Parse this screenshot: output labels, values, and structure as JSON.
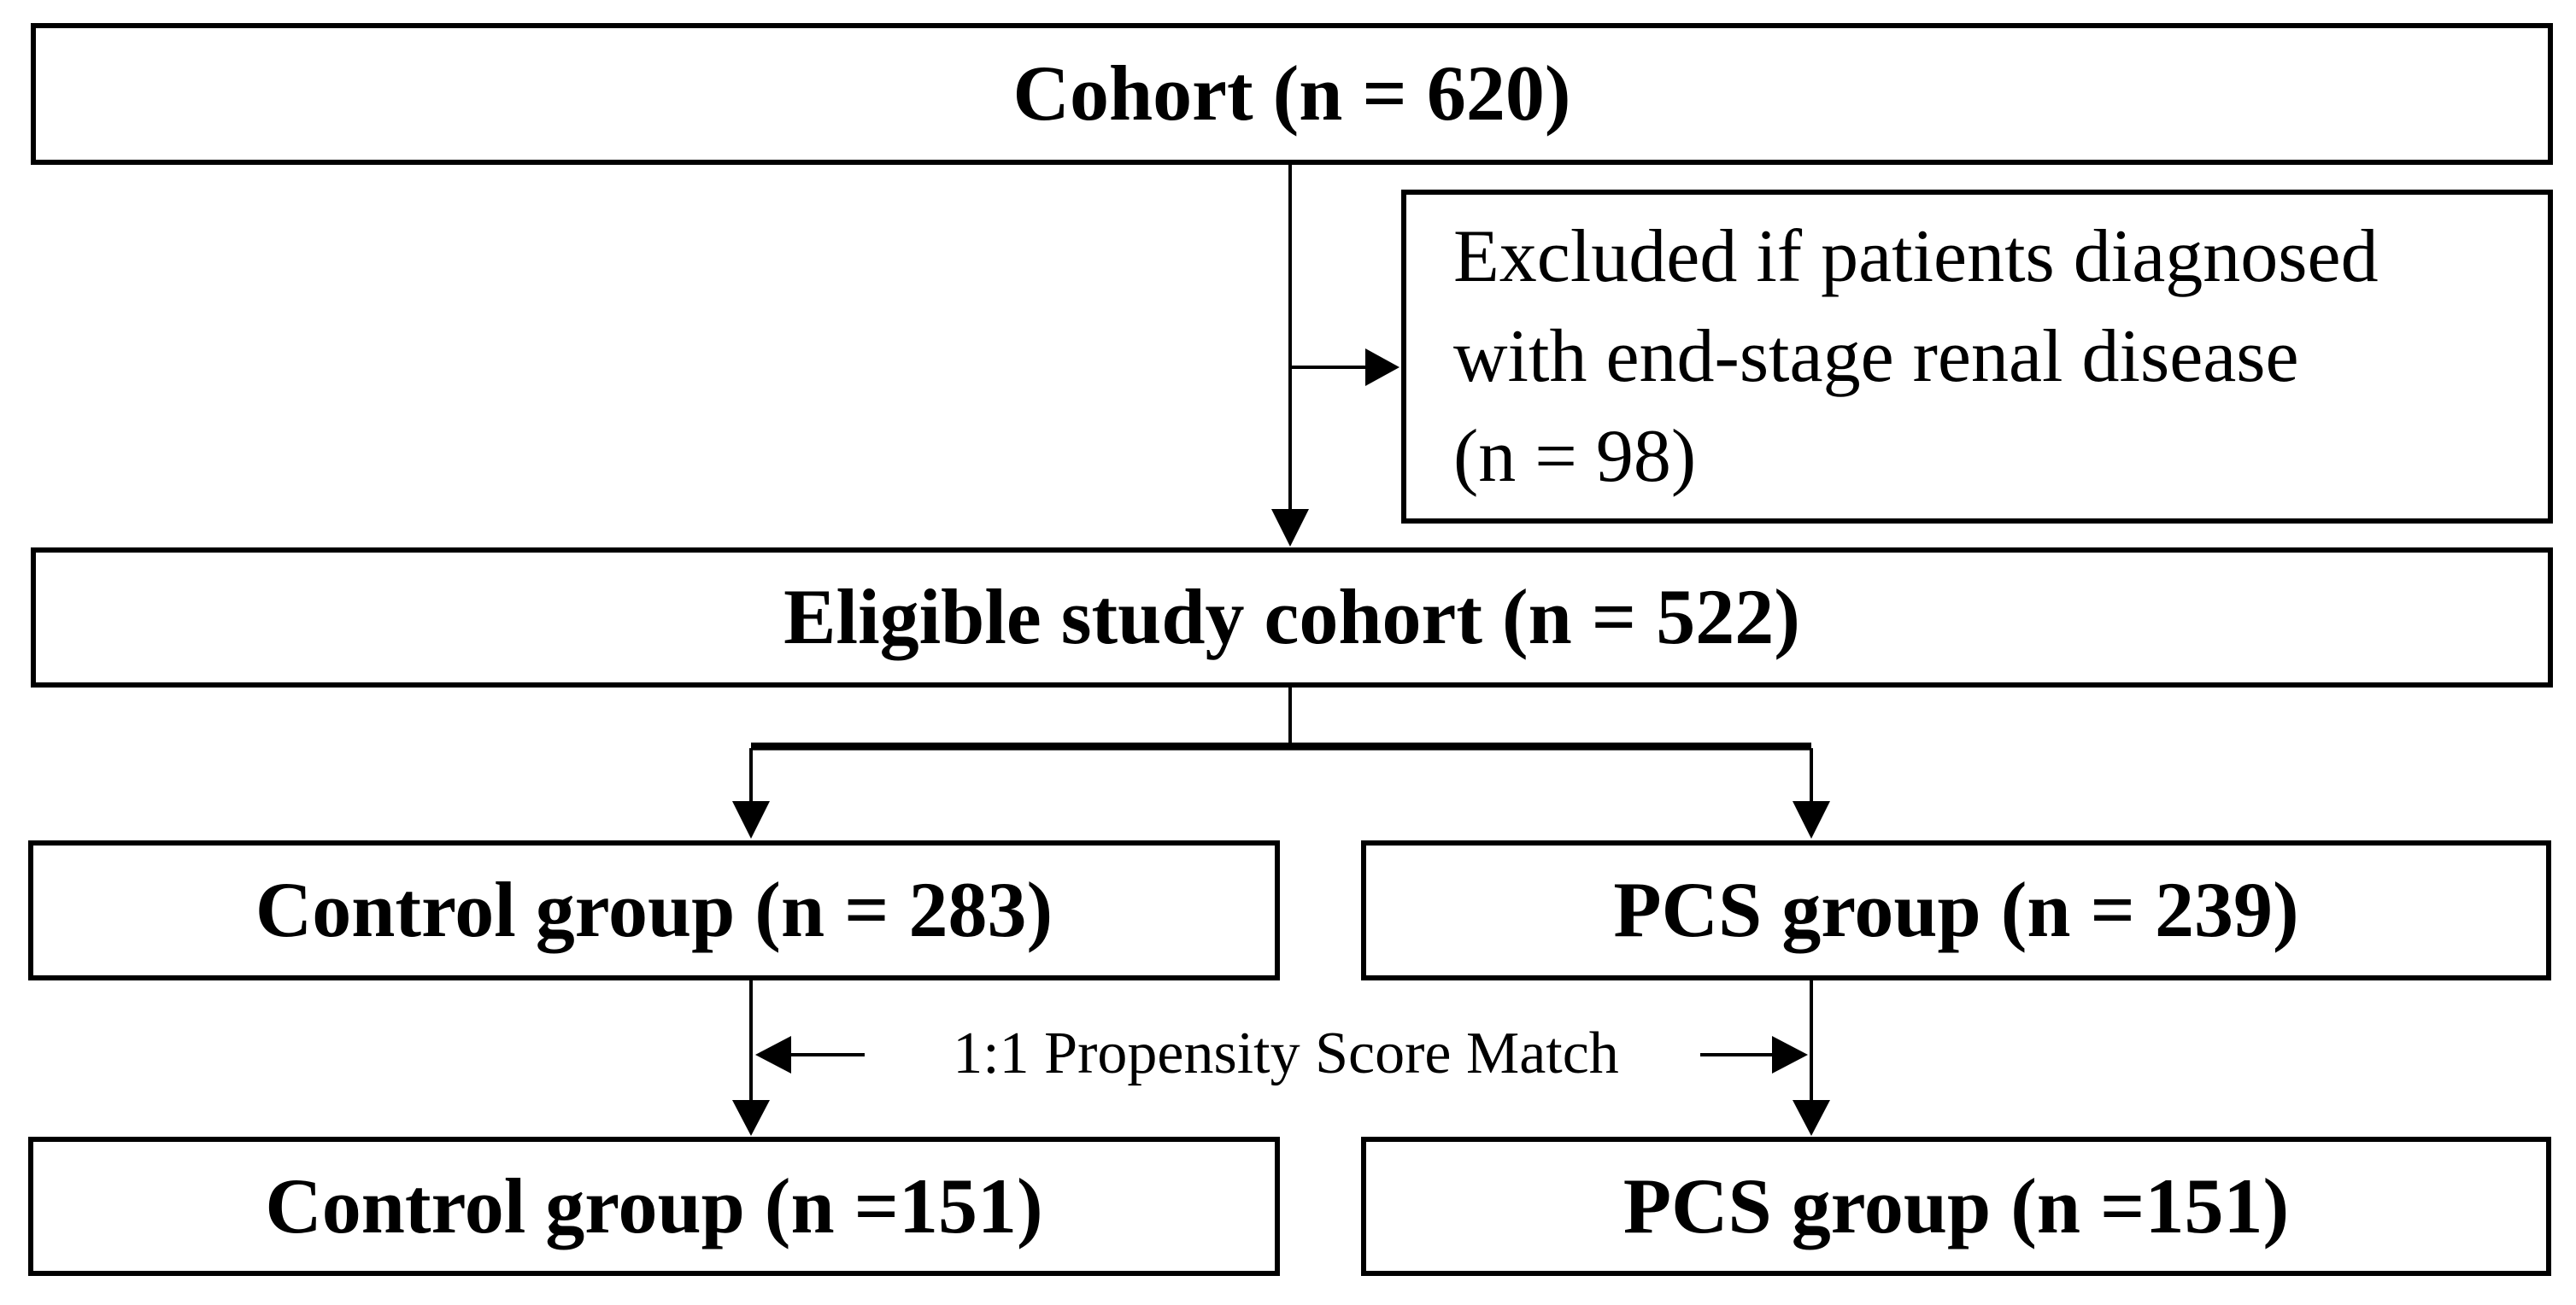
{
  "diagram": {
    "boxes": {
      "cohort": "Cohort (n = 620)",
      "excluded": "Excluded if patients diagnosed\nwith end-stage renal disease\n(n = 98)",
      "eligible": "Eligible study cohort (n = 522)",
      "control_unmatched": "Control group (n = 283)",
      "pcs_unmatched": "PCS group (n = 239)",
      "control_matched": "Control group (n =151)",
      "pcs_matched": "PCS group (n =151)"
    },
    "labels": {
      "match": "1:1 Propensity Score Match"
    },
    "colors": {
      "line": "#000000",
      "text": "#000000",
      "background": "#ffffff"
    }
  }
}
